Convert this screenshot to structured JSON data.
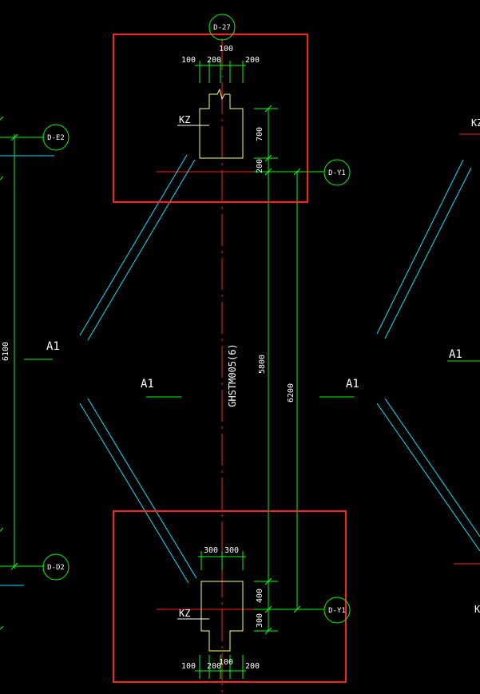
{
  "colors": {
    "background": "#000000",
    "axis": "#ff2020",
    "dimension": "#00ff00",
    "beam": "#00e5ff",
    "column": "#ffff66",
    "highlight": "#ff2020",
    "text": "#ffffff"
  },
  "axis_bubbles": {
    "top": "D-27",
    "upper_left": "D-E2",
    "upper_right": "D-Y1",
    "lower_left": "D-D2",
    "lower_right": "D-Y1"
  },
  "top_detail": {
    "dims_top": [
      "100",
      "200",
      "100",
      "200"
    ],
    "dims_side": [
      "700",
      "200"
    ],
    "column_label": "KZ"
  },
  "bottom_detail": {
    "dims_top": [
      "300",
      "300"
    ],
    "dims_side": [
      "400",
      "300"
    ],
    "dims_bottom": [
      "100",
      "200",
      "100",
      "200"
    ],
    "column_label": "KZ"
  },
  "labels": {
    "left_dim": "6100",
    "center_dim": "5800",
    "right_dim": "6200",
    "beam_tag": "GHSTM005(6)",
    "a1_left": "A1",
    "a1_center_left": "A1",
    "a1_center_right": "A1",
    "a1_right": "A1",
    "kz_right_top": "KZ",
    "kz_right_bottom": "K"
  }
}
